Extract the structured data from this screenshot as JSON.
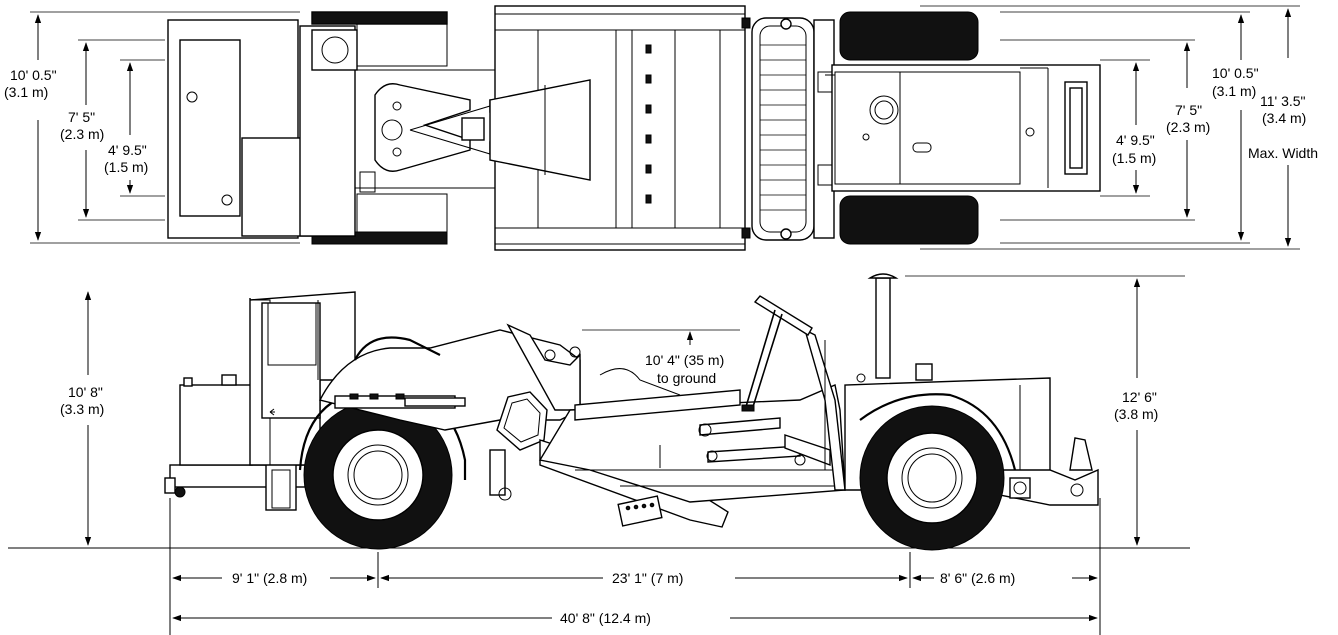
{
  "top_view": {
    "left_outer_width": [
      "10' 0.5\"",
      "(3.1 m)"
    ],
    "left_mid_width": [
      "7' 5\"",
      "(2.3 m)"
    ],
    "left_inner_width": [
      "4' 9.5\"",
      "(1.5 m)"
    ],
    "right_inner_width": [
      "4' 9.5\"",
      "(1.5 m)"
    ],
    "right_mid_width": [
      "7' 5\"",
      "(2.3 m)"
    ],
    "right_outer_width": [
      "10' 0.5\"",
      "(3.1 m)"
    ],
    "max_width": [
      "11' 3.5\"",
      "(3.4 m)",
      "Max. Width"
    ]
  },
  "side_view": {
    "cab_height": [
      "10' 8\"",
      "(3.3 m)"
    ],
    "bowl_height": [
      "10' 4\" (35 m)",
      "to ground"
    ],
    "stack_height": [
      "12' 6\"",
      "(3.8 m)"
    ],
    "front_overhang": "9' 1\" (2.8 m)",
    "wheelbase": "23' 1\" (7 m)",
    "rear_overhang": "8' 6\" (2.6 m)",
    "overall_length": "40' 8\" (12.4 m)"
  }
}
